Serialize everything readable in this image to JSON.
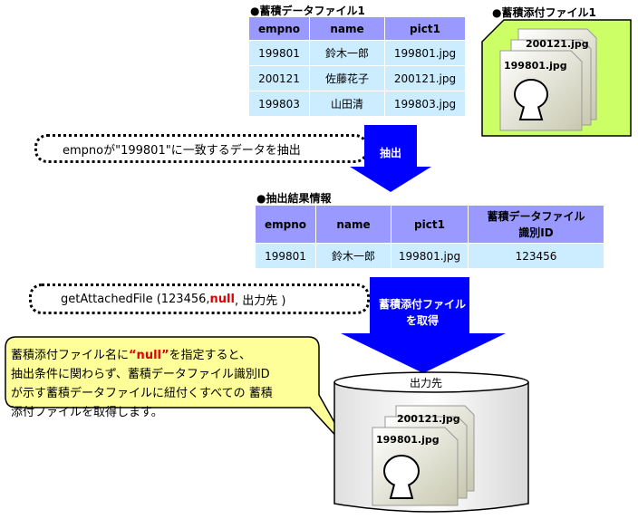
{
  "store_table": {
    "caption": "●蓄積データファイル1",
    "headers": [
      "empno",
      "name",
      "pict1"
    ],
    "rows": [
      [
        "199801",
        "鈴木一郎",
        "199801.jpg"
      ],
      [
        "200121",
        "佐藤花子",
        "200121.jpg"
      ],
      [
        "199803",
        "山田清",
        "199803.jpg"
      ]
    ]
  },
  "attach_folder": {
    "caption": "●蓄積添付ファイル1",
    "files": [
      "200121.jpg",
      "199801.jpg"
    ]
  },
  "step1": {
    "query_text": "empnoが\"199801\"に一致するデータを抽出",
    "arrow_label": "抽出"
  },
  "result_table": {
    "caption": "●抽出結果情報",
    "headers": [
      "empno",
      "name",
      "pict1",
      "蓄積データファイル\n識別ID"
    ],
    "rows": [
      [
        "199801",
        "鈴木一郎",
        "199801.jpg",
        "123456"
      ]
    ]
  },
  "step2": {
    "call_prefix": "getAttachedFile (123456, ",
    "call_null": "null",
    "call_suffix": " , 出力先 )",
    "arrow_label": "蓄積添付ファイル\nを取得"
  },
  "bubble": {
    "line1_pre": "蓄積添付ファイル名に",
    "line1_null": "“null”",
    "line1_post": "を指定すると、",
    "line2": "抽出条件に関わらず、蓄積データファイル識別ID",
    "line3": "が示す蓄積データファイルに紐付くすべての 蓄積",
    "line4": "添付ファイルを取得します。"
  },
  "output": {
    "label": "出力先",
    "files": [
      "200121.jpg",
      "199801.jpg"
    ]
  },
  "colors": {
    "header_bg": "#9999ff",
    "cell_bg": "#ccecff",
    "arrow": "#0000ff",
    "folder": "#ccff66",
    "bubble": "#ffff99",
    "null_text": "#e00000"
  }
}
